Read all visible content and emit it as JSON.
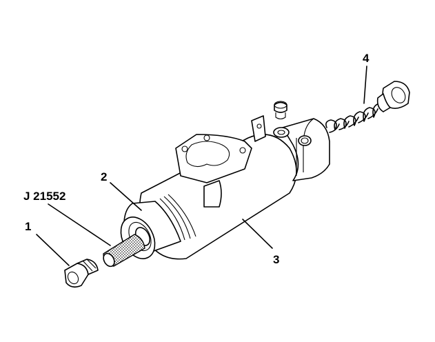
{
  "callouts": {
    "part_1": "1",
    "part_2": "2",
    "part_3": "3",
    "part_4": "4",
    "tool": "J 21552"
  }
}
